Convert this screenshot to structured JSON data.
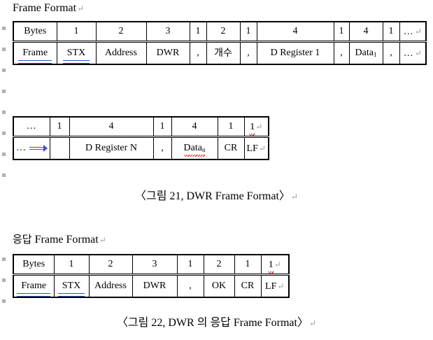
{
  "document": {
    "glyphs": {
      "pilcrow": "↵",
      "ellipsis": "…",
      "bracket_open": "〈",
      "bracket_close": "〉"
    },
    "colors": {
      "insertion_underline": "#2b57c4",
      "spellcheck_squiggle": "#e02020",
      "change_bar": "#b0b0b0",
      "text": "#000000",
      "page_background": "#ffffff"
    }
  },
  "section1": {
    "heading": "Frame Format",
    "heading_pilcrow": "↵"
  },
  "table1": {
    "name": "dwr-frame-format-table-part1",
    "rows": [
      {
        "label": "Bytes",
        "cells": [
          "1",
          "2",
          "3",
          "1",
          "2",
          "1",
          "4",
          "1",
          "4",
          "1",
          "…"
        ],
        "trailing_pilcrow": "↵"
      },
      {
        "label": "Frame",
        "cells": [
          "STX",
          "Address",
          "DWR",
          ",",
          "개수",
          ",",
          "D Register 1",
          ",",
          "Data",
          ",",
          "…"
        ],
        "data_subscript": "1",
        "trailing_pilcrow": "↵"
      }
    ]
  },
  "table2": {
    "name": "dwr-frame-format-table-part2",
    "rows": [
      {
        "label": "…",
        "cells": [
          "1",
          "4",
          "1",
          "4",
          "1",
          "1"
        ],
        "last_cell_pilcrow": "↵"
      },
      {
        "label": "…",
        "cells": [
          ",",
          "D Register N",
          ",",
          "Data",
          "CR",
          "LF"
        ],
        "data_subscript": "n",
        "last_cell_pilcrow": "↵"
      }
    ]
  },
  "caption1": {
    "text": "〈그림 21, DWR Frame Format〉",
    "pilcrow": "↵"
  },
  "section2": {
    "heading_kr": "응답",
    "heading_en": "Frame Format",
    "heading_pilcrow": "↵"
  },
  "table3": {
    "name": "dwr-response-frame-format-table",
    "rows": [
      {
        "label": "Bytes",
        "cells": [
          "1",
          "2",
          "3",
          "1",
          "2",
          "1",
          "1"
        ],
        "last_cell_pilcrow": "↵"
      },
      {
        "label": "Frame",
        "cells": [
          "STX",
          "Address",
          "DWR",
          ",",
          "OK",
          "CR",
          "LF"
        ],
        "last_cell_pilcrow": "↵"
      }
    ]
  },
  "caption2": {
    "text": "〈그림 22, DWR 의 응답 Frame Format〉",
    "pilcrow": "↵"
  }
}
